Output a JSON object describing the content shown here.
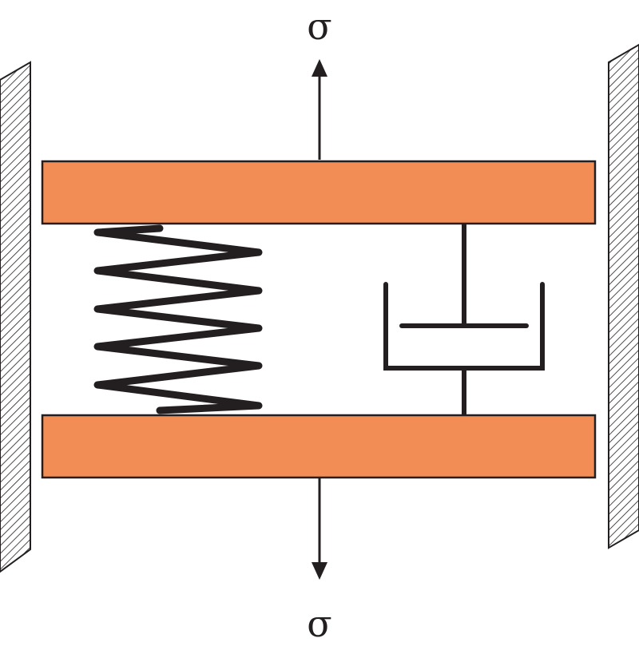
{
  "diagram": {
    "top_force_label": "σ",
    "bottom_force_label": "σ",
    "colors": {
      "plate_fill": "#f28e55",
      "line": "#231f20",
      "hatch": "#231f20",
      "background": "#ffffff"
    },
    "components": [
      "left-wall",
      "right-wall",
      "top-plate",
      "bottom-plate",
      "spring",
      "dashpot",
      "top-force-arrow",
      "bottom-force-arrow"
    ]
  }
}
